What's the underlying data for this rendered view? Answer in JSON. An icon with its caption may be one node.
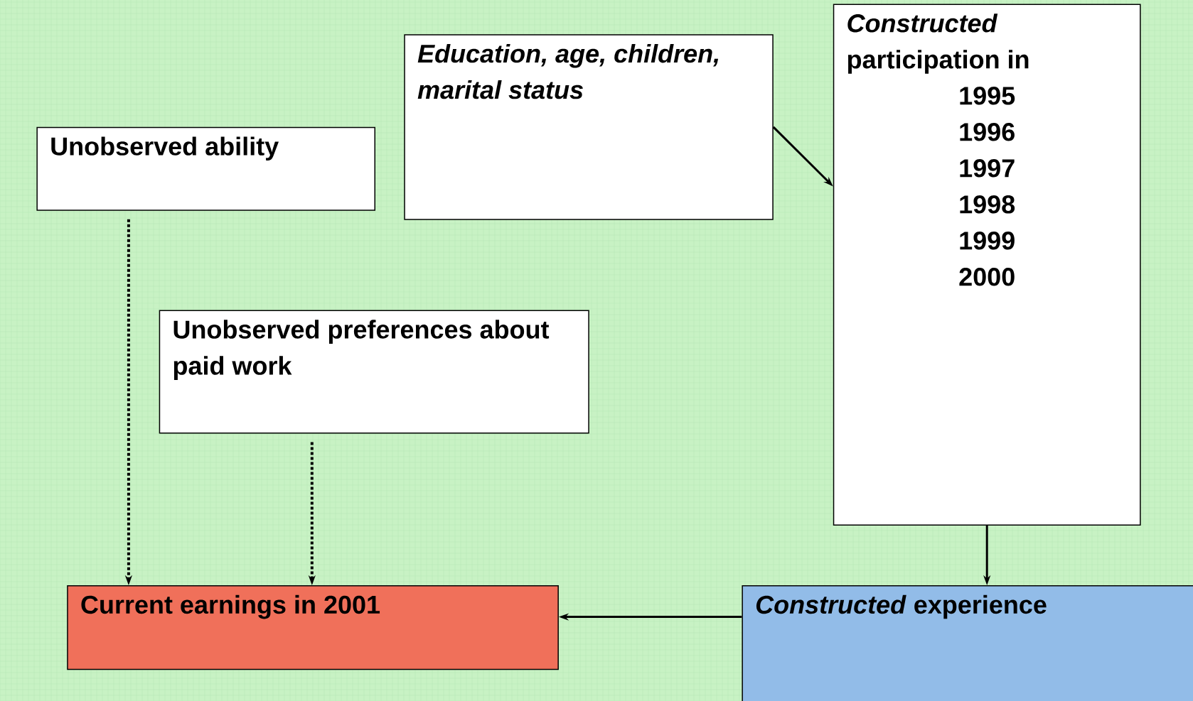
{
  "diagram": {
    "nodes": [
      {
        "text": [
          "Unobserved ability"
        ]
      },
      {
        "text": [
          "Education, age, children, marital status"
        ]
      },
      {
        "text": [
          "*Constructed* participation in",
          "1995",
          "1996",
          "1997",
          "1998",
          "1999",
          "2000"
        ]
      },
      {
        "text": [
          "Unobserved preferences about paid work"
        ]
      },
      {
        "text": [
          "Current earnings in 2001"
        ]
      },
      {
        "text": [
          "*Constructed* experience"
        ]
      }
    ],
    "edges": [
      {
        "from": 1,
        "to": 2,
        "arrow": "to"
      },
      {
        "from": 0,
        "to": 4,
        "arrow": "to",
        "style": "dashed"
      },
      {
        "from": 3,
        "to": 4,
        "arrow": "to",
        "style": "dashed"
      },
      {
        "from": 2,
        "to": 5,
        "arrow": "to"
      },
      {
        "from": 5,
        "to": 4,
        "arrow": "to"
      }
    ]
  }
}
